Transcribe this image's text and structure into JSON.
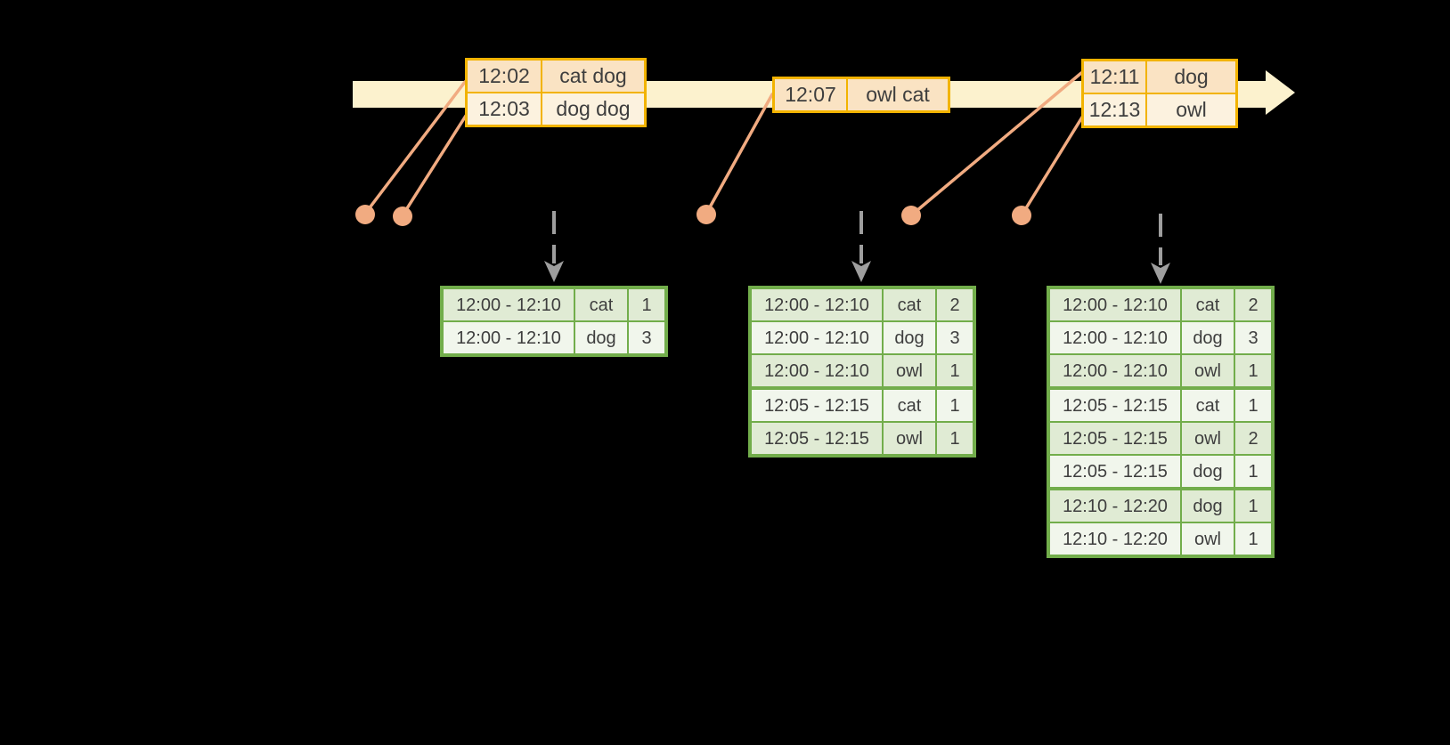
{
  "colors": {
    "background": "#000000",
    "timeline_fill": "#fcf2ce",
    "event_border": "#f2b300",
    "event_row_dark": "#fae3c3",
    "event_row_light": "#fcf2df",
    "result_border": "#72ad4b",
    "result_row_green": "#e0ebd4",
    "result_row_white": "#f1f6ec",
    "connector": "#f1ab81",
    "trigger_arrow": "#9e9e9e",
    "text": "#3e3e3e"
  },
  "event_tables": [
    {
      "rows": [
        {
          "time": "12:02",
          "words": "cat dog"
        },
        {
          "time": "12:03",
          "words": "dog dog"
        }
      ]
    },
    {
      "rows": [
        {
          "time": "12:07",
          "words": "owl cat"
        }
      ]
    },
    {
      "rows": [
        {
          "time": "12:11",
          "words": "dog"
        },
        {
          "time": "12:13",
          "words": "owl"
        }
      ]
    }
  ],
  "result_tables": [
    {
      "rows": [
        {
          "window": "12:00 - 12:10",
          "word": "cat",
          "count": "1"
        },
        {
          "window": "12:00 - 12:10",
          "word": "dog",
          "count": "3"
        }
      ]
    },
    {
      "rows": [
        {
          "window": "12:00 - 12:10",
          "word": "cat",
          "count": "2"
        },
        {
          "window": "12:00 - 12:10",
          "word": "dog",
          "count": "3"
        },
        {
          "window": "12:00 - 12:10",
          "word": "owl",
          "count": "1"
        },
        {
          "window": "12:05 - 12:15",
          "word": "cat",
          "count": "1"
        },
        {
          "window": "12:05 - 12:15",
          "word": "owl",
          "count": "1"
        }
      ]
    },
    {
      "rows": [
        {
          "window": "12:00 - 12:10",
          "word": "cat",
          "count": "2"
        },
        {
          "window": "12:00 - 12:10",
          "word": "dog",
          "count": "3"
        },
        {
          "window": "12:00 - 12:10",
          "word": "owl",
          "count": "1"
        },
        {
          "window": "12:05 - 12:15",
          "word": "cat",
          "count": "1"
        },
        {
          "window": "12:05 - 12:15",
          "word": "owl",
          "count": "2"
        },
        {
          "window": "12:05 - 12:15",
          "word": "dog",
          "count": "1"
        },
        {
          "window": "12:10 - 12:20",
          "word": "dog",
          "count": "1"
        },
        {
          "window": "12:10 - 12:20",
          "word": "owl",
          "count": "1"
        }
      ]
    }
  ]
}
